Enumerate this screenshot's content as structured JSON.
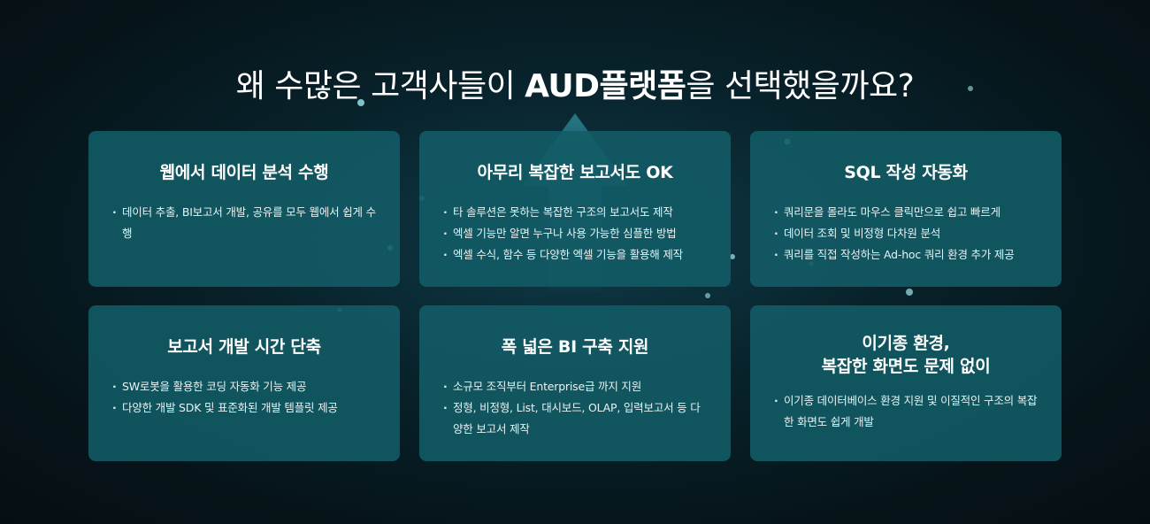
{
  "headline": {
    "part1": "왜 수많은 고객사들이 ",
    "brand": "AUD플랫폼",
    "part2": "을 선택했을까요?"
  },
  "cards": [
    {
      "title": "웹에서 데이터 분석 수행",
      "items": [
        "데이터 추출, BI보고서 개발, 공유를 모두 웹에서 쉽게 수행"
      ]
    },
    {
      "title": "아무리 복잡한 보고서도 OK",
      "items": [
        "타 솔루션은 못하는 복잡한 구조의 보고서도 제작",
        "엑셀 기능만 알면 누구나 사용 가능한 심플한 방법",
        "엑셀 수식, 함수 등 다양한 엑셀 기능을 활용해 제작"
      ]
    },
    {
      "title": "SQL 작성 자동화",
      "items": [
        "쿼리문을 몰라도 마우스 클릭만으로 쉽고 빠르게",
        "데이터 조회 및 비정형 다차원 분석",
        "쿼리를 직접 작성하는 Ad-hoc 쿼리 환경 추가 제공"
      ]
    },
    {
      "title": "보고서 개발 시간 단축",
      "items": [
        "SW로봇을 활용한 코딩 자동화 기능 제공",
        "다양한 개발 SDK 및 표준화된 개발 템플릿 제공"
      ]
    },
    {
      "title": "폭 넓은 BI 구축 지원",
      "items": [
        "소규모 조직부터 Enterprise급 까지 지원",
        "정형, 비정형, List, 대시보드, OLAP, 입력보고서 등 다양한 보고서 제작"
      ]
    },
    {
      "title_lines": [
        "이기종 환경,",
        "복잡한 화면도 문제 없이"
      ],
      "items": [
        "이기종 데이터베이스 환경 지원 및 이질적인 구조의 복잡한 화면도 쉽게 개발"
      ]
    }
  ]
}
